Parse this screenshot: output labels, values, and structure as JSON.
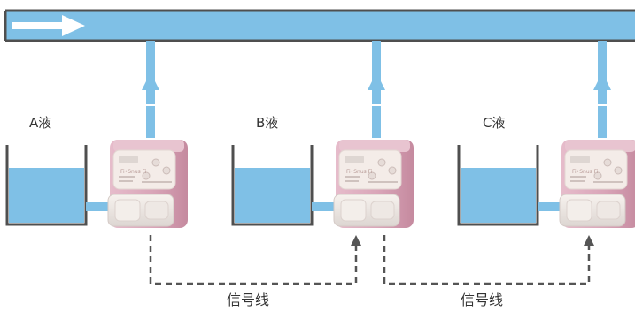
{
  "tanks": [
    {
      "label": "A液"
    },
    {
      "label": "B液"
    },
    {
      "label": "C液"
    }
  ],
  "signal_lines": [
    {
      "label": "信号线"
    },
    {
      "label": "信号线"
    }
  ],
  "pump_display_text": "Fi•Snus Fi",
  "icons": {
    "flow_direction": "arrow-right-icon",
    "discharge": "arrow-up-icon",
    "signal": "arrow-up-icon"
  },
  "colors": {
    "pipe": "#7fc0e6",
    "liquid": "#7fc0e6",
    "outline": "#4f4f4f",
    "pump_body": "#d5a0b2",
    "pump_top": "#e8c4d0",
    "pump_panel": "#f4ece8",
    "signal_line": "#555555"
  }
}
